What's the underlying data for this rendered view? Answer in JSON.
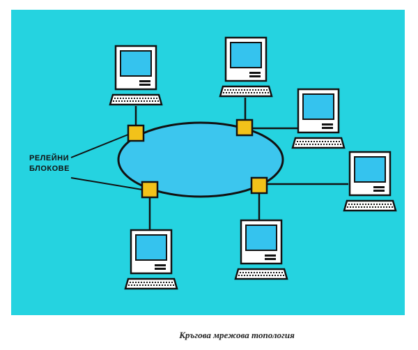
{
  "diagram": {
    "label_line1": "РЕЛЕЙНИ",
    "label_line2": "БЛОКОВЕ",
    "caption": "Кръгова мрежова топология"
  },
  "colors": {
    "panel": "#25d3e0",
    "screen": "#35c3ee",
    "relay": "#f2c21a",
    "ring_fill": "#3cc6ee",
    "line": "#111111",
    "computer_body": "#ffffff"
  }
}
